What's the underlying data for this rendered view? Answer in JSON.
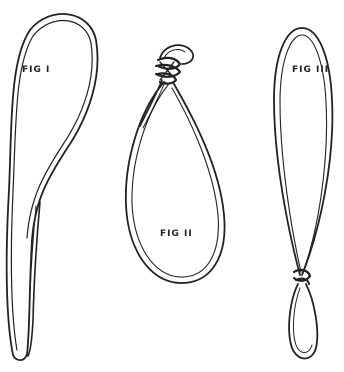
{
  "figures": [
    {
      "label": "FIG I"
    },
    {
      "label": "FIG II"
    },
    {
      "label": "FIG III"
    }
  ],
  "colors": {
    "ink": "#222222",
    "paper": "#ffffff"
  }
}
